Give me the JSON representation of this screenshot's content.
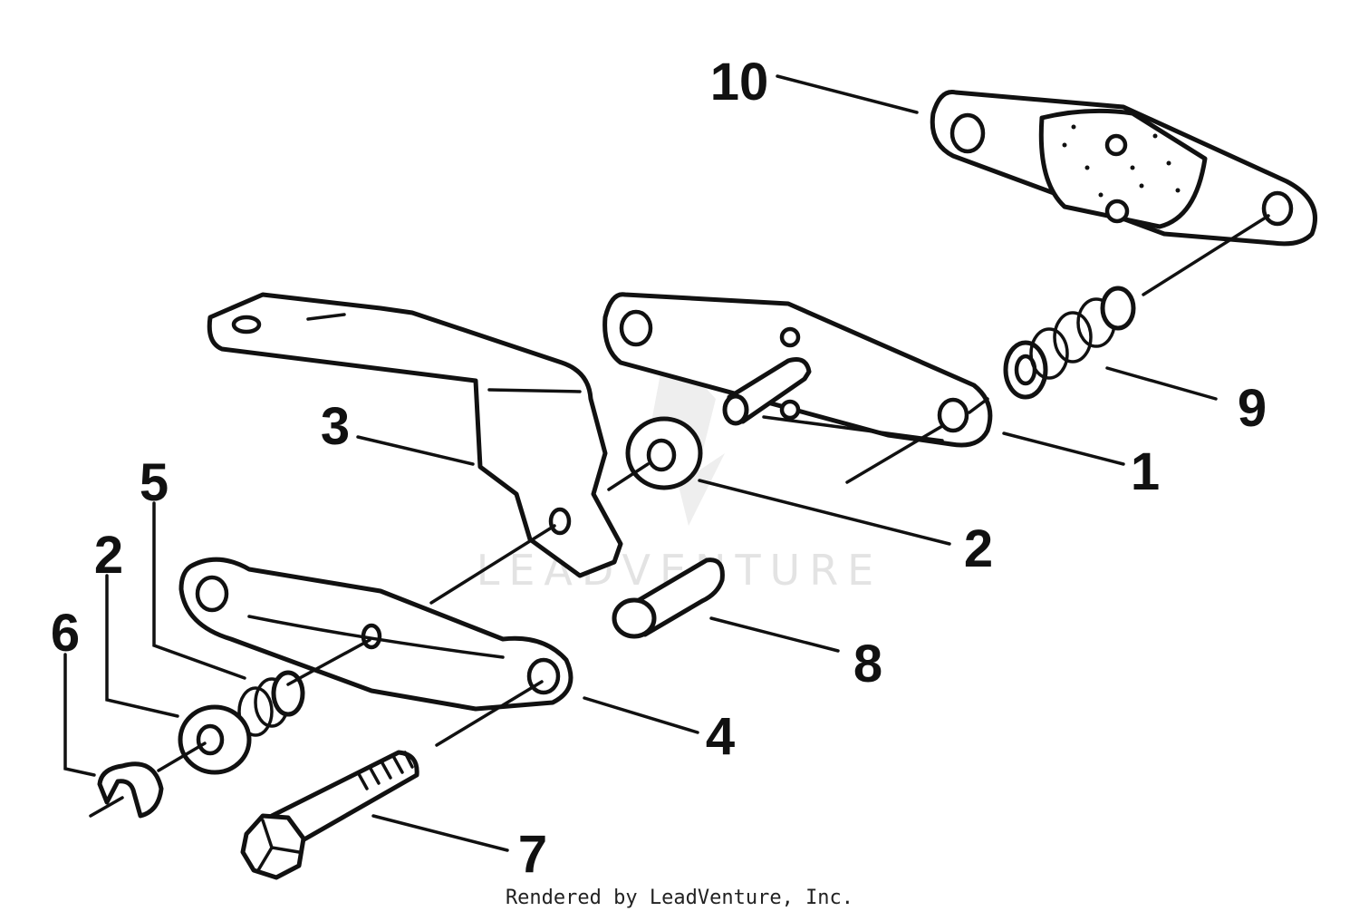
{
  "diagram": {
    "watermark": "LEADVENTURE",
    "credit": "Rendered by LeadVenture, Inc.",
    "callouts": [
      "10",
      "9",
      "1",
      "2",
      "3",
      "5",
      "2",
      "6",
      "8",
      "4",
      "7"
    ]
  },
  "colors": {
    "ink": "#111111",
    "paper": "#ffffff",
    "watermark": "#e3e3e3"
  }
}
